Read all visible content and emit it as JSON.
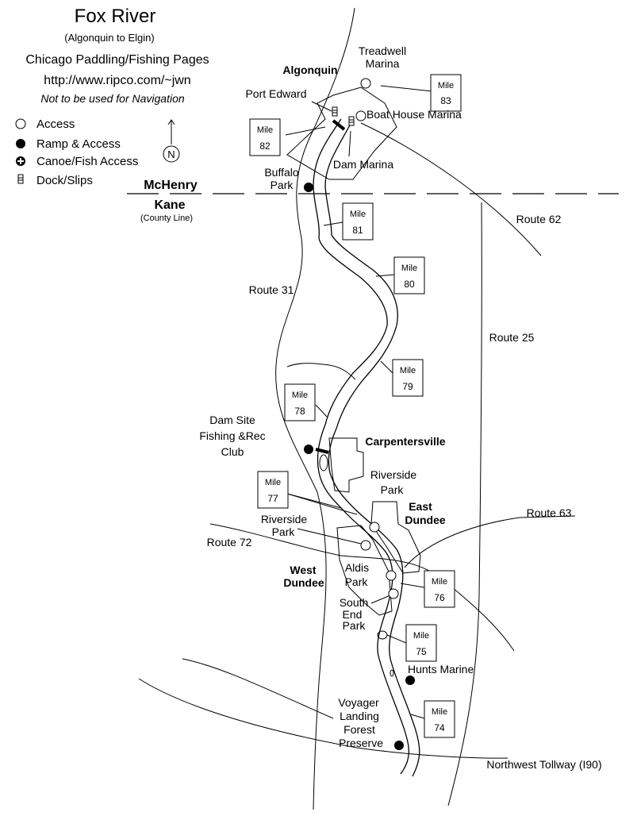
{
  "header": {
    "title": "Fox River",
    "subtitle": "(Algonquin to Elgin)",
    "site": "Chicago Paddling/Fishing Pages",
    "url": "http://www.ripco.com/~jwn",
    "disclaimer": "Not to be used for Navigation"
  },
  "legend": {
    "access": "Access",
    "ramp": "Ramp & Access",
    "canoe": "Canoe/Fish Access",
    "dock": "Dock/Slips"
  },
  "north_label": "N",
  "county": {
    "north": "McHenry",
    "south": "Kane",
    "note": "(County Line)"
  },
  "mile_markers": {
    "label": "Mile",
    "values": [
      "83",
      "82",
      "81",
      "80",
      "79",
      "78",
      "77",
      "76",
      "75",
      "74"
    ]
  },
  "towns": {
    "algonquin": "Algonquin",
    "carpentersville": "Carpentersville",
    "east_dundee": [
      "East",
      "Dundee"
    ],
    "west_dundee": [
      "West",
      "Dundee"
    ]
  },
  "places": {
    "treadwell": [
      "Treadwell",
      "Marina"
    ],
    "port_edward": "Port Edward",
    "boat_house": "Boat House Marina",
    "dam_marina": "Dam Marina",
    "buffalo_park": [
      "Buffalo",
      "Park"
    ],
    "dam_site": [
      "Dam Site",
      "Fishing &Rec",
      "Club"
    ],
    "riverside_park_east": [
      "Riverside",
      "Park"
    ],
    "riverside_park_west": [
      "Riverside",
      "Park"
    ],
    "aldis_park": [
      "Aldis",
      "Park"
    ],
    "south_end_park": [
      "South",
      "End",
      "Park"
    ],
    "hunts_marine": "Hunts Marine",
    "voyager": [
      "Voyager",
      "Landing",
      "Forest",
      "Preserve"
    ]
  },
  "routes": {
    "r62": "Route 62",
    "r31": "Route 31",
    "r25": "Route 25",
    "r63": "Route 63",
    "r72": "Route 72",
    "i90": "Northwest Tollway (I90)"
  }
}
